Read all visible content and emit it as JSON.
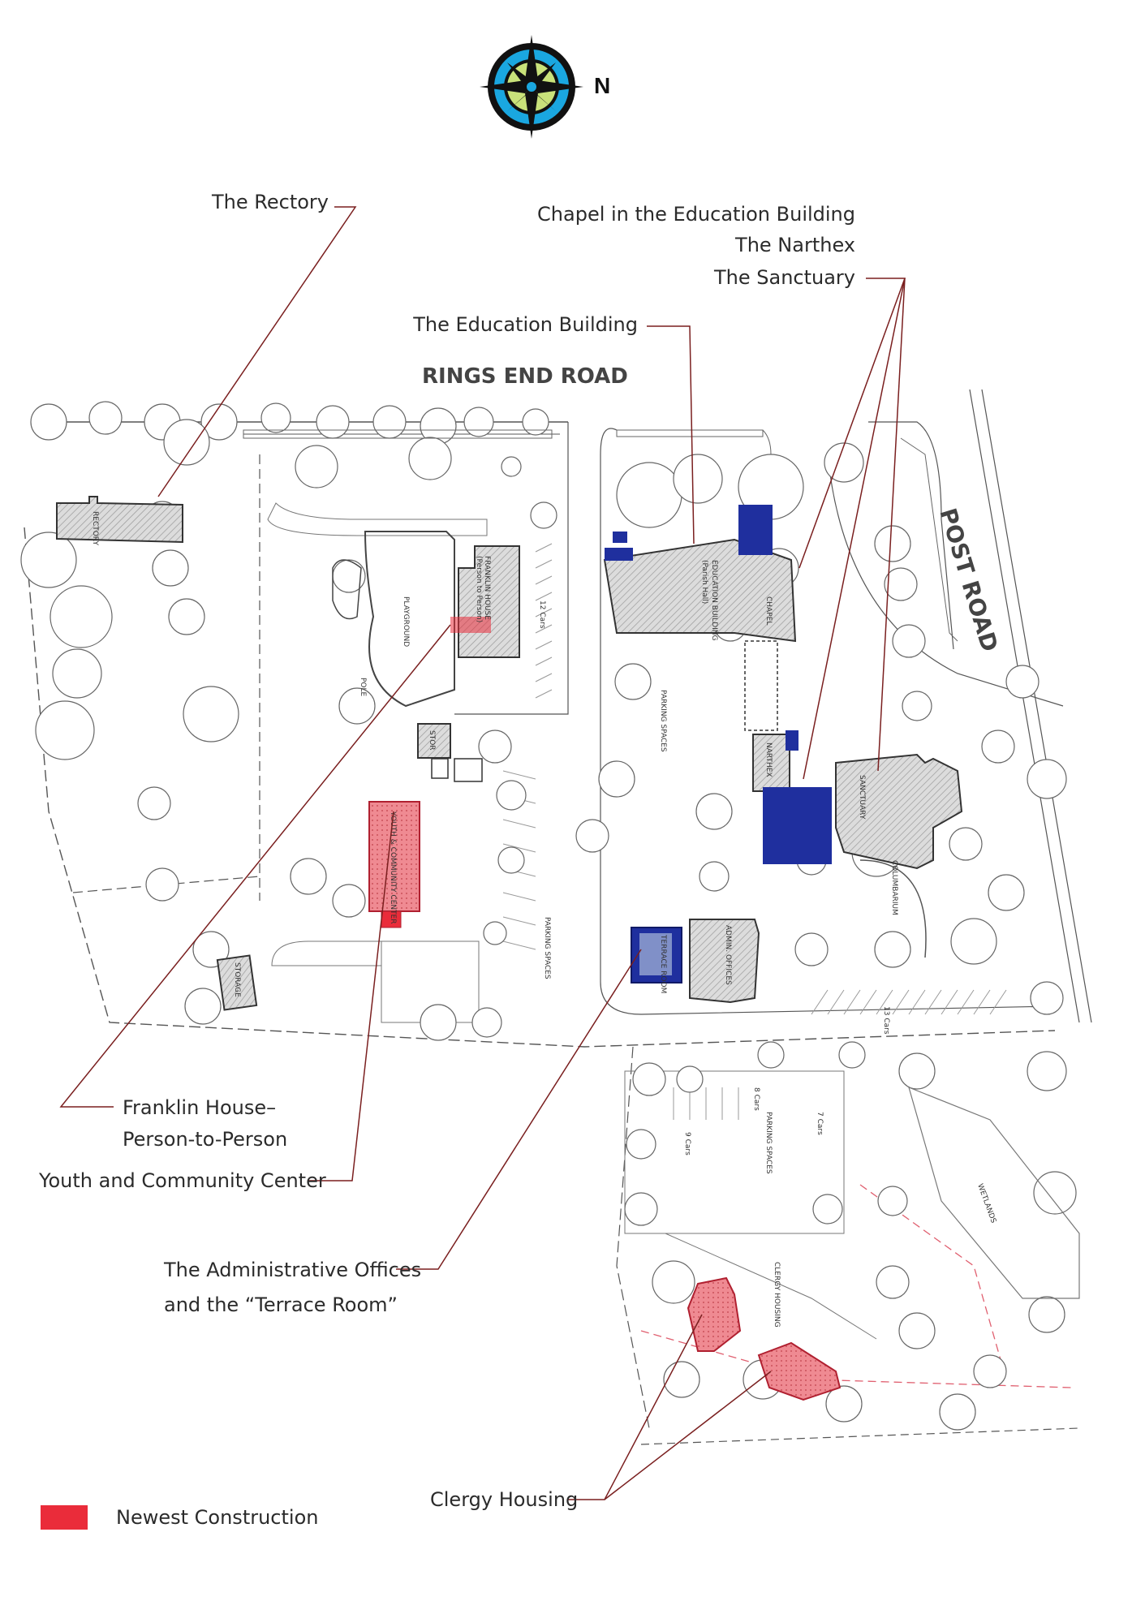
{
  "compass": {
    "north_label": "N",
    "icon": "compass-rose-icon"
  },
  "roads": {
    "rings_end": "RINGS END ROAD",
    "post": "POST ROAD"
  },
  "callouts": {
    "rectory": "The Rectory",
    "chapel": "Chapel in the Education Building",
    "narthex": "The Narthex",
    "sanctuary": "The Sanctuary",
    "education": "The Education Building",
    "franklin_1": "Franklin House–",
    "franklin_2": "Person-to-Person",
    "youth": "Youth and Community Center",
    "admin_1": "The Administrative Offices",
    "admin_2": "and the “Terrace Room”",
    "clergy": "Clergy Housing"
  },
  "plan_labels": {
    "rectory": "RECTORY",
    "franklin": "FRANKLIN HOUSE",
    "franklin_sub": "(Person to Person)",
    "playground": "PLAYGROUND",
    "pole": "POLE",
    "stor": "STOR",
    "storage": "STORAGE",
    "youth": "YOUTH & COMMUNITY CENTER",
    "education": "EDUCATION BUILDING",
    "education_sub": "(Parish Hall)",
    "chapel": "CHAPEL",
    "narthex": "NARTHEX",
    "sanctuary": "SANCTUARY",
    "columbarium": "COLUMBARIUM",
    "admin": "ADMIN. OFFICES",
    "terrace": "TERRACE ROOM",
    "clergy": "CLERGY HOUSING",
    "parking": "PARKING SPACES",
    "wetlands": "WETLANDS",
    "cars_12": "12 Cars",
    "cars_13": "13 Cars",
    "cars_9": "9 Cars",
    "cars_7": "7 Cars",
    "cars_8": "8 Cars"
  },
  "legend": {
    "label": "Newest Construction",
    "color": "#ea2c3a"
  },
  "colors": {
    "blue": "#1f2f9e",
    "red": "#ea2c3a",
    "leader": "#7a1f1f"
  }
}
